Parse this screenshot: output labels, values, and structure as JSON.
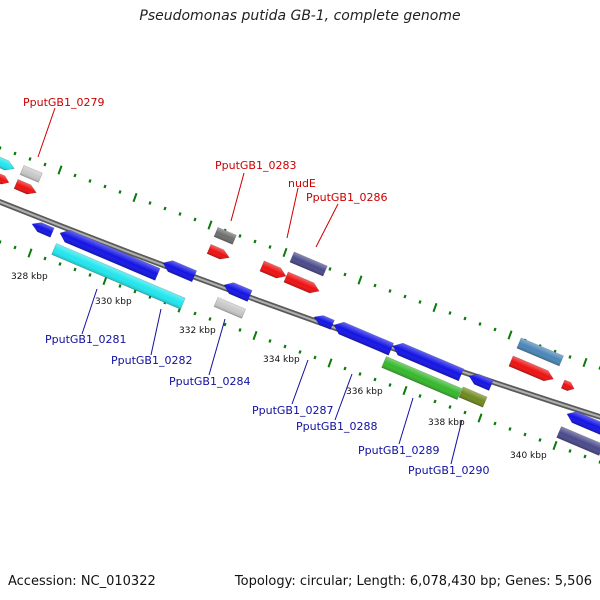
{
  "title": "Pseudomonas putida GB-1, complete genome",
  "footer": {
    "accession": "Accession: NC_010322",
    "summary": "Topology: circular; Length: 6,078,430 bp; Genes: 5,506"
  },
  "scale_labels": [
    "328 kbp",
    "330 kbp",
    "332 kbp",
    "334 kbp",
    "336 kbp",
    "338 kbp",
    "340 kbp"
  ],
  "forward_labels": [
    "PputGB1_0279",
    "PputGB1_0283",
    "nudE",
    "PputGB1_0286"
  ],
  "reverse_labels": [
    "PputGB1_0281",
    "PputGB1_0282",
    "PputGB1_0284",
    "PputGB1_0287",
    "PputGB1_0288",
    "PputGB1_0289",
    "PputGB1_0290"
  ],
  "colors": {
    "backbone": "#8a8a8a",
    "tick": "#0a7a0a",
    "forward_label": "#cc0000",
    "reverse_label": "#1010a0",
    "cds_red": "#ee1111",
    "cds_blue": "#1414e6",
    "cds_cyan": "#22e6ee",
    "cds_grey": "#c8c8c8",
    "cds_darkgrey": "#6e6e6e",
    "cds_slate": "#4a4a8c",
    "cds_steel": "#4a86b8",
    "cds_green": "#36b82c",
    "cds_olive": "#6e8a1e"
  }
}
